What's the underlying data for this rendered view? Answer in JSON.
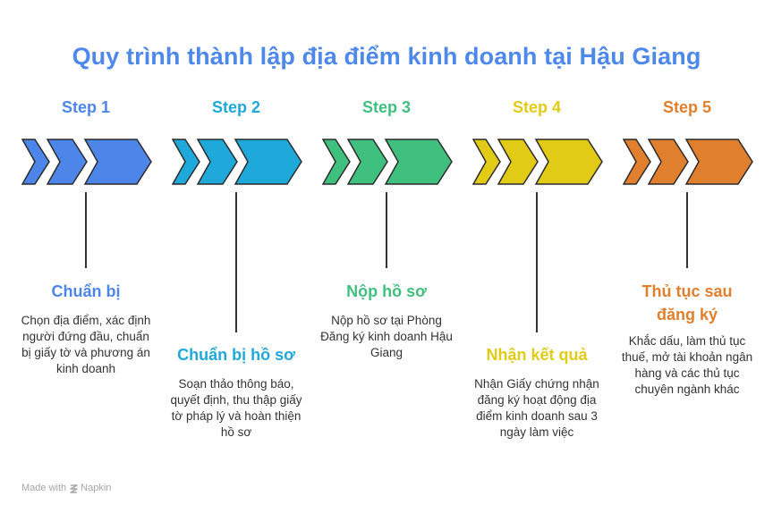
{
  "title": "Quy trình thành lập địa điểm kinh doanh tại Hậu Giang",
  "steps": [
    {
      "label": "Step 1",
      "color": "#4d86e8",
      "heading": "Chuẩn bị",
      "description": "Chọn địa điểm, xác định người đứng đầu, chuẩn bị giấy tờ và phương án kinh doanh"
    },
    {
      "label": "Step 2",
      "color": "#1fa9da",
      "heading": "Chuẩn bị hồ sơ",
      "description": "Soạn thảo thông báo, quyết định, thu thập giấy tờ pháp lý và hoàn thiện hồ sơ"
    },
    {
      "label": "Step 3",
      "color": "#3fc07f",
      "heading": "Nộp hồ sơ",
      "description": "Nộp hồ sơ tại Phòng Đăng ký kinh doanh Hậu Giang"
    },
    {
      "label": "Step 4",
      "color": "#e2cb17",
      "heading": "Nhận kết quả",
      "description": "Nhận Giấy chứng nhận đăng ký hoạt động địa điểm kinh doanh sau 3 ngày làm việc"
    },
    {
      "label": "Step 5",
      "color": "#e07f2d",
      "heading": "Thủ tục sau đăng ký",
      "description": "Khắc dấu, làm thủ tục thuế, mở tài khoản ngân hàng và các thủ tục chuyên ngành khác"
    }
  ],
  "footer": {
    "made_with": "Made with",
    "brand": "Napkin",
    "brand_icon": "napkin-logo-icon"
  }
}
